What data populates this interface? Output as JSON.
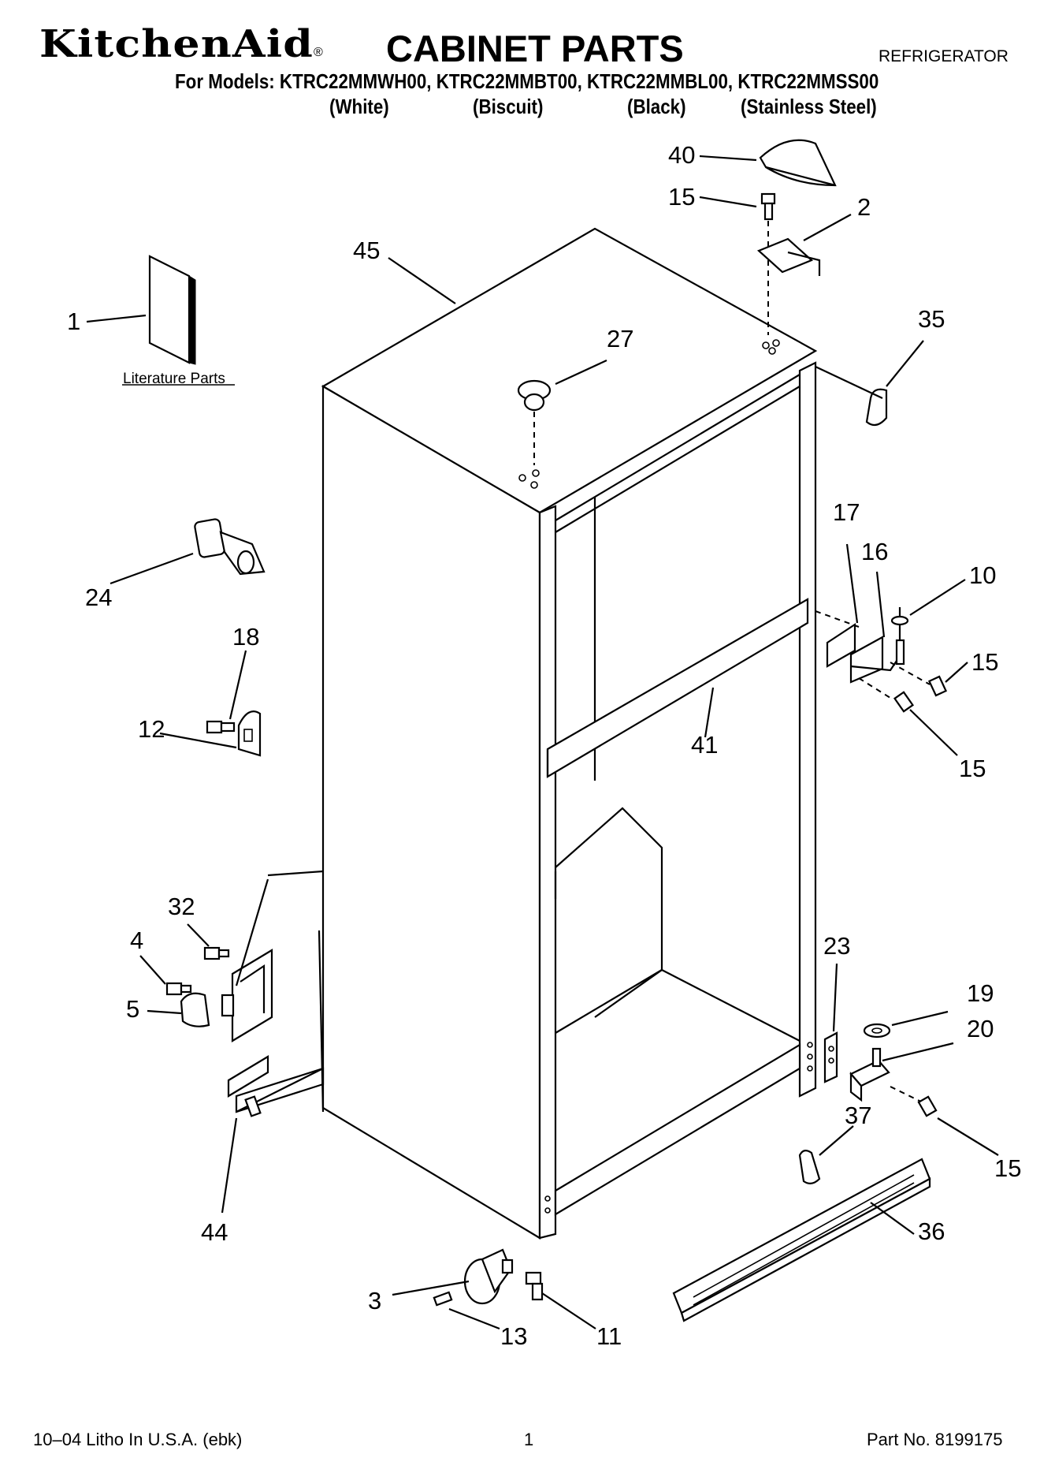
{
  "header": {
    "brand": "KitchenAid",
    "brand_mark": "®",
    "title": "CABINET PARTS",
    "product": "REFRIGERATOR",
    "models_line": "For Models: KTRC22MMWH00, KTRC22MMBT00, KTRC22MMBL00, KTRC22MMSS00",
    "variants": [
      "(White)",
      "(Biscuit)",
      "(Black)",
      "(Stainless Steel)"
    ]
  },
  "diagram": {
    "callouts": [
      "40",
      "15",
      "2",
      "45",
      "1",
      "35",
      "27",
      "17",
      "16",
      "10",
      "24",
      "18",
      "15",
      "12",
      "41",
      "15",
      "32",
      "23",
      "4",
      "19",
      "5",
      "20",
      "37",
      "15",
      "44",
      "36",
      "3",
      "13",
      "11"
    ],
    "literature_label": "Literature Parts"
  },
  "footer": {
    "left": "10–04 Litho In U.S.A. (ebk)",
    "page": "1",
    "part_number": "Part No. 8199175"
  }
}
